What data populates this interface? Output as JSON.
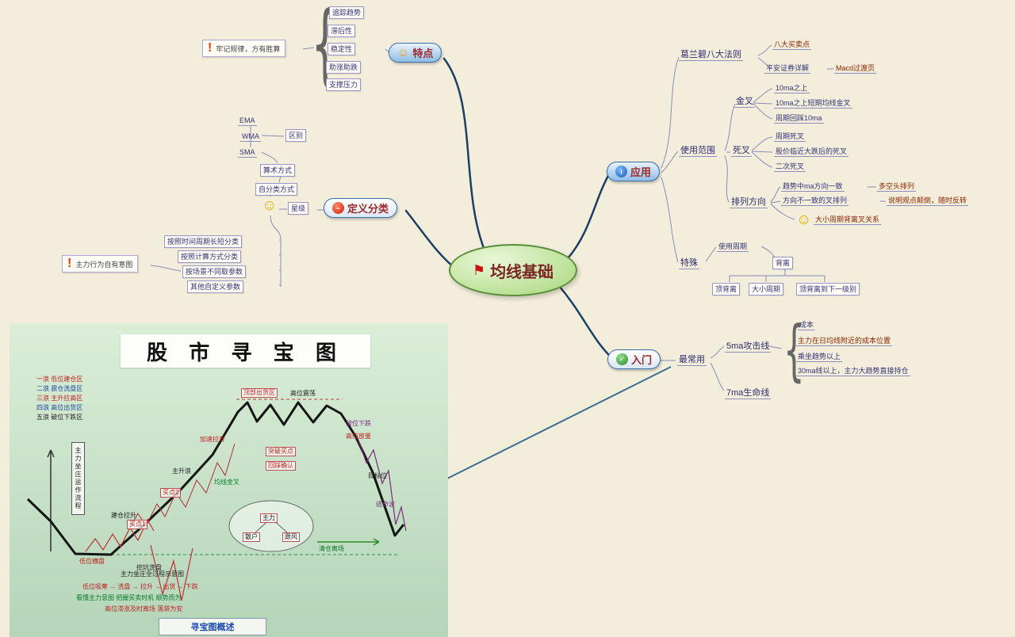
{
  "icons": {
    "flag": "⚑",
    "smiley": "☺",
    "warning": "!",
    "brace": "{"
  },
  "root": {
    "label": "均线基础"
  },
  "tedian": {
    "label": "特点",
    "warning": "牢记规律，方有胜算",
    "items": [
      "追踪趋势",
      "滞后性",
      "稳定性",
      "助涨助跌",
      "支撑压力"
    ]
  },
  "dingyi": {
    "label": "定义分类",
    "ema": "EMA",
    "wma": "WMA",
    "sma": "SMA",
    "qubie": "区别",
    "suanfa": "算术方式",
    "zishu": "自分类方式",
    "cat": "星级",
    "list": [
      "按照时间周期长短分类",
      "按照计算方式分类",
      "按场景不同取参数",
      "其他自定义参数"
    ],
    "warning": "主力行为自有意图"
  },
  "yingyong": {
    "label": "应用",
    "gelanbi": {
      "label": "葛兰碧八大法则",
      "item1": "八大买卖点",
      "item2a": "平安证券详解",
      "item2b": "Macd过渡页"
    },
    "jincha": {
      "label": "金叉",
      "items": [
        "10ma之上",
        "10ma之上短期均线金叉",
        "周期回踩10ma"
      ]
    },
    "shiyong": {
      "label": "使用范围",
      "sicha": "死叉",
      "items": [
        "周期死叉",
        "股价临近大跌后的死叉",
        "二次死叉"
      ]
    },
    "pailie": {
      "label": "排列方向",
      "item0a": "趋势中ma方向一致",
      "item0b": "多空头排列",
      "item1a": "方向不一致的叉排列",
      "item1b": "说明观点颠倒，随时反转",
      "item2": "大小周期背离叉关系"
    },
    "teshu": {
      "label": "特殊",
      "zhouqi": "使用周期",
      "beili": "背离",
      "items": [
        "顶背离",
        "大小周期",
        "顶背离到下一级别"
      ]
    }
  },
  "rumen": {
    "label": "入门",
    "zuichang": "最常用",
    "ma5": "5ma攻击线",
    "ma7": "7ma生命线",
    "items": [
      "成本",
      "主力在日均线附近的成本位置",
      "乘坐趋势以上",
      "30ma线以上，主力大趋势直接持仓"
    ]
  },
  "treasure": {
    "title": "股 市 寻 宝 图",
    "footer": "寻宝图概述",
    "legend": [
      "一浪 低位建仓区",
      "二浪 震仓洗盘区",
      "三浪 主升拉高区",
      "四浪 高位出货区",
      "五浪 破位下跌区"
    ],
    "vert": "主力坐庄运作流程",
    "c_diwei": "低位横盘",
    "c_wakeng": "挖坑洗盘",
    "c_jiancang": "建仓拉升",
    "c_zhusheng": "主升浪",
    "c_jiasu": "加速拉升",
    "c_chuhuo": "顶部出货区",
    "c_gaowei": "高位震荡",
    "c_powei": "破位下跌",
    "c_taoming": "逃命波",
    "c_qingcang": "清仓离场",
    "m_tupo": "突破买点",
    "m_huicai": "回踩确认",
    "g_jincha": "均线金叉",
    "buy1": "买点1",
    "buy2": "买点2",
    "p_fangliang": "高位放量",
    "p_mubiao": "目标位",
    "e_zhuli": "主力",
    "e_sanhu": "散户",
    "e_genfeng": "跟风",
    "b0": "主力坐庄全过程示意图",
    "b1": "低位吸筹 → 洗盘 → 拉升 → 出货 → 下跌",
    "b2": "看懂主力意图 把握买卖时机 顺势而为",
    "b3": "高位滞涨及时离场 落袋为安"
  }
}
